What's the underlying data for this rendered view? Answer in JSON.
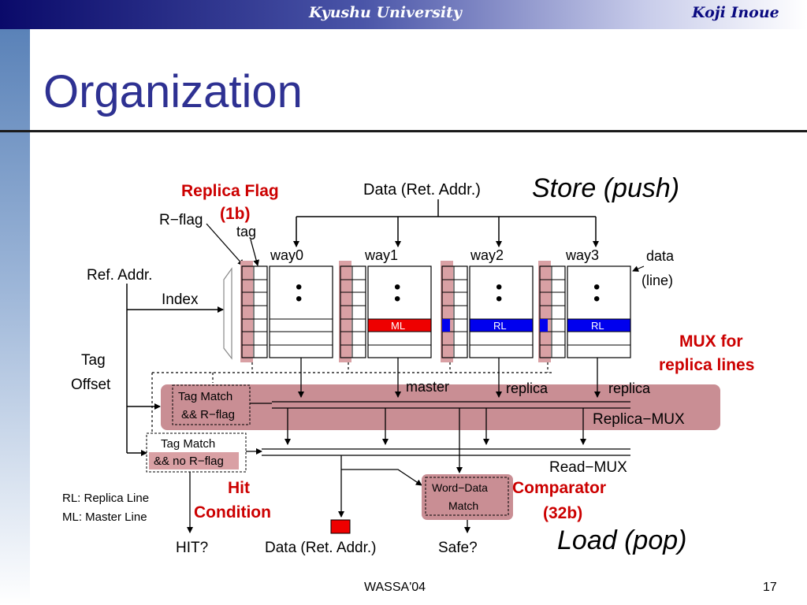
{
  "header": {
    "university": "Kyushu University",
    "author": "Koji Inoue"
  },
  "slide": {
    "title": "Organization"
  },
  "diagram": {
    "replica_flag_label": "Replica Flag",
    "replica_flag_bits": "(1b)",
    "rflag_label": "R−flag",
    "tag_label": "tag",
    "data_in_label": "Data (Ret. Addr.)",
    "store_label": "Store (push)",
    "ways": [
      "way0",
      "way1",
      "way2",
      "way3"
    ],
    "data_line_label": "data",
    "data_line_label2": "(line)",
    "ref_addr_label": "Ref. Addr.",
    "index_label": "Index",
    "tag_label2": "Tag",
    "offset_label": "Offset",
    "ml_label": "ML",
    "rl_label": "RL",
    "mux_note": "MUX for",
    "mux_note2": "replica lines",
    "tag_match_r_line1": "Tag Match",
    "tag_match_r_line2": "&& R−flag",
    "master_label": "master",
    "replica_label": "replica",
    "replica_mux_label": "Replica−MUX",
    "tag_match_nor_line1": "Tag Match",
    "tag_match_nor_line2": "&& no R−flag",
    "read_mux_label": "Read−MUX",
    "word_data_line1": "Word−Data",
    "word_data_line2": "Match",
    "comparator_label": "Comparator",
    "comparator_bits": "32b",
    "hit_label": "Hit",
    "condition_label": "Condition",
    "legend_rl": "RL: Replica Line",
    "legend_ml": "ML: Master Line",
    "hit_out": "HIT?",
    "data_out": "Data (Ret. Addr.)",
    "safe_out": "Safe?",
    "load_label": "Load (pop)",
    "dots": "•"
  },
  "footer": {
    "conference": "WASSA'04",
    "page": "17"
  },
  "colors": {
    "title": "#2e3192",
    "accent_red": "#cc0000",
    "rl_blue": "#0000ee",
    "ml_red": "#ee0000",
    "mux_fill": "#c98e94",
    "flag_fill": "#d9a0a4"
  }
}
